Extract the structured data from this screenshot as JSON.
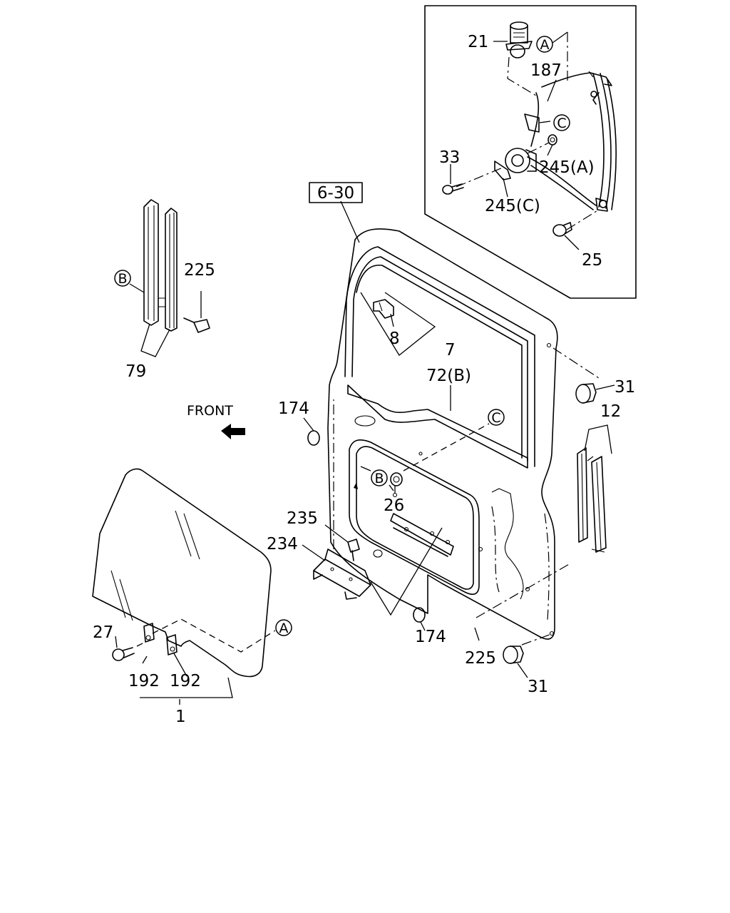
{
  "diagram": {
    "reference_box_label": "6-30",
    "front_label": "FRONT",
    "callouts": {
      "a_top": "A",
      "a_bottom": "A",
      "b_left": "B",
      "b_door": "B",
      "c_top": "C",
      "c_door": "C"
    },
    "part_labels": {
      "p21": "21",
      "p187": "187",
      "p33": "33",
      "p245a": "245(A)",
      "p245c": "245(C)",
      "p25": "25",
      "p225_top": "225",
      "p79": "79",
      "p8": "8",
      "p7": "7",
      "p72b": "72(B)",
      "p31_top": "31",
      "p12": "12",
      "p174_left": "174",
      "p26": "26",
      "p235": "235",
      "p234": "234",
      "p174_bottom": "174",
      "p225_bottom": "225",
      "p31_bottom": "31",
      "p27": "27",
      "p192_a": "192",
      "p192_b": "192",
      "p1": "1"
    }
  }
}
